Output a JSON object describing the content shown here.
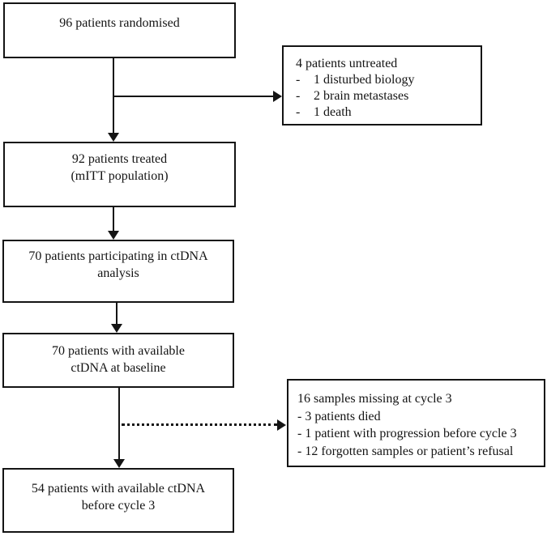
{
  "diagram": {
    "boxes": {
      "randomised": {
        "line1": "96 patients randomised"
      },
      "untreated": {
        "title": "4 patients untreated",
        "bullet": "-",
        "items": [
          "1 disturbed biology",
          "2 brain metastases",
          "1 death"
        ]
      },
      "treated": {
        "line1": "92 patients treated",
        "line2": "(mITT population)"
      },
      "ctdna_analysis": {
        "line1": "70 patients participating in ctDNA",
        "line2": "analysis"
      },
      "ctdna_baseline": {
        "line1": "70 patients with available",
        "line2": "ctDNA at baseline"
      },
      "samples_missing": {
        "title": "16 samples missing at cycle 3",
        "items": [
          "- 3 patients died",
          "- 1 patient with progression before cycle 3",
          "- 12 forgotten samples or patient’s refusal"
        ]
      },
      "ctdna_cycle3": {
        "line1": "54 patients with available ctDNA",
        "line2": "before cycle 3"
      }
    },
    "colors": {
      "line": "#141414",
      "background": "#ffffff",
      "text": "#141414"
    }
  }
}
